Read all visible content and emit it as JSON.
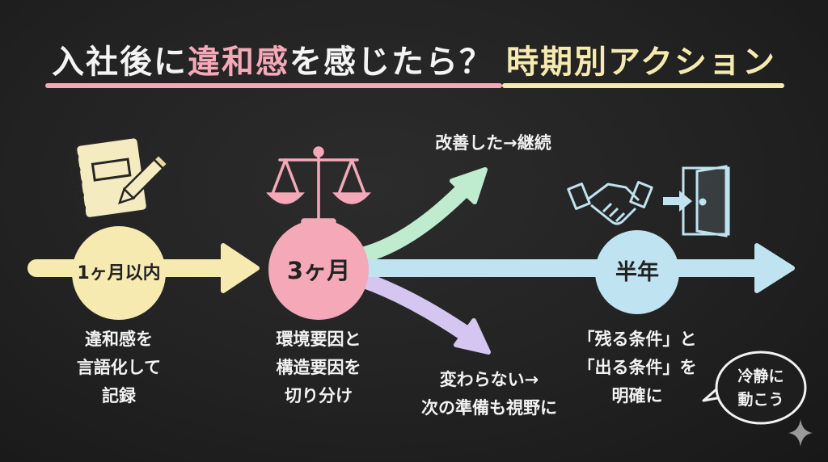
{
  "title": {
    "part1": "入社後に",
    "part2": "違和感",
    "part3": "を感じたら？",
    "part4": "時期別アクション"
  },
  "nodes": [
    {
      "label": "1ヶ月以内",
      "color": "#f6eab0",
      "desc": [
        "違和感を",
        "言語化して",
        "記録"
      ]
    },
    {
      "label": "3ヶ月",
      "color": "#f5a9b8",
      "desc": [
        "環境要因と",
        "構造要因を",
        "切り分け"
      ]
    },
    {
      "label": "半年",
      "color": "#bfe3f0",
      "desc": [
        "「残る条件」と",
        "「出る条件」を",
        "明確に"
      ]
    }
  ],
  "branches": {
    "up": {
      "label": "改善した→継続",
      "color": "#bfeccf"
    },
    "down": {
      "label": [
        "変わらない→",
        "次の準備も視野に"
      ],
      "color": "#d4c6f1"
    }
  },
  "bubble": {
    "lines": [
      "冷静に",
      "動こう"
    ]
  },
  "icons": [
    "notebook-icon",
    "pencil-icon",
    "scales-icon",
    "handshake-icon",
    "exit-door-icon",
    "sparkle-icon"
  ],
  "colors": {
    "background": "#222222",
    "title_underline_pink": "#f5a9b8",
    "title_underline_yellow": "#f6eab0",
    "arrow_main": "#bfe3f0",
    "arrow_first": "#f6eab0"
  }
}
